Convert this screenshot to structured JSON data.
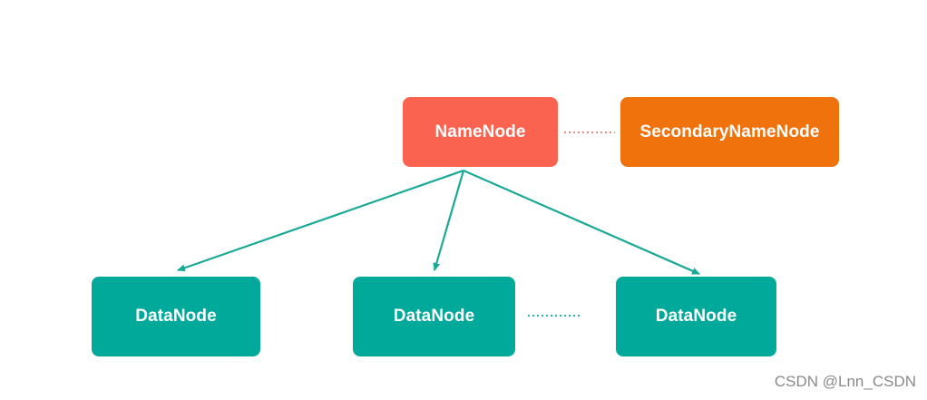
{
  "diagram": {
    "nodes": {
      "namenode": {
        "label": "NameNode",
        "color": "#f96350"
      },
      "secondary": {
        "label": "SecondaryNameNode",
        "color": "#f0720c"
      },
      "datanodes": [
        {
          "label": "DataNode",
          "color": "#01a99a"
        },
        {
          "label": "DataNode",
          "color": "#01a99a"
        },
        {
          "label": "DataNode",
          "color": "#01a99a"
        }
      ]
    },
    "colors": {
      "arrow": "#1aa996",
      "dotted_namenode_link": "#f08a80",
      "dotted_datanode_link": "#20b5a4"
    }
  },
  "watermark": "CSDN @Lnn_CSDN"
}
